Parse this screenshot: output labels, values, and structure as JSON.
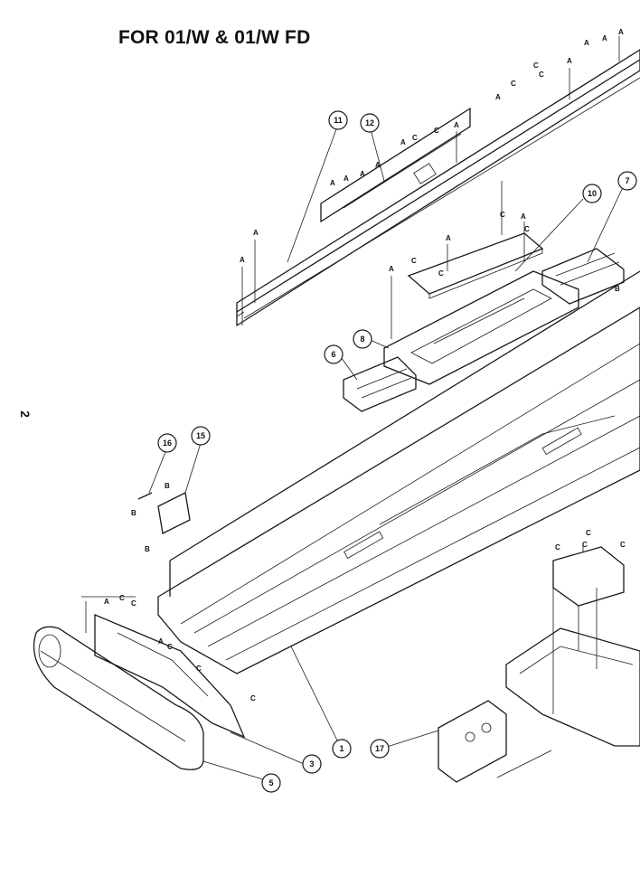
{
  "title": "FOR 01/W & 01/W FD",
  "page_number": "2",
  "callouts": {
    "c1": "1",
    "c3": "3",
    "c5": "5",
    "c6": "6",
    "c7": "7",
    "c8": "8",
    "c10": "10",
    "c11": "11",
    "c12": "12",
    "c15": "15",
    "c16": "16",
    "c17": "17"
  },
  "labels": {
    "a": "A",
    "b": "B",
    "c": "C"
  }
}
